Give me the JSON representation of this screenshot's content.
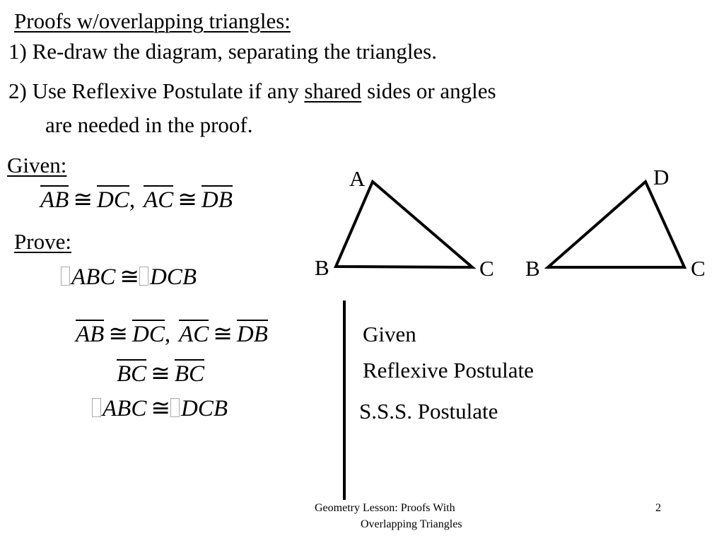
{
  "slide": {
    "title": "Proofs w/overlapping triangles:",
    "step1": "1) Re-draw the diagram, separating the triangles.",
    "step2_prefix": "2) Use Reflexive Postulate if any ",
    "step2_emph": "shared",
    "step2_suffix": " sides or angles",
    "step2_cont": "are needed in the proof.",
    "given_label": "Given:",
    "prove_label": "Prove:",
    "segs": {
      "ab": "AB",
      "dc": "DC",
      "ac": "AC",
      "db": "DB",
      "bc": "BC"
    },
    "cong": "≅",
    "comma": ",",
    "tri1": "ABC",
    "tri2": "DCB",
    "diagram": {
      "left": {
        "top": "A",
        "bl": "B",
        "br": "C"
      },
      "right": {
        "top": "D",
        "bl": "B",
        "br": "C"
      }
    },
    "reasons": [
      "Given",
      "Reflexive Postulate",
      "S.S.S. Postulate"
    ],
    "footer": {
      "line1": "Geometry Lesson: Proofs With",
      "line2": "Overlapping Triangles",
      "page": "2"
    }
  }
}
